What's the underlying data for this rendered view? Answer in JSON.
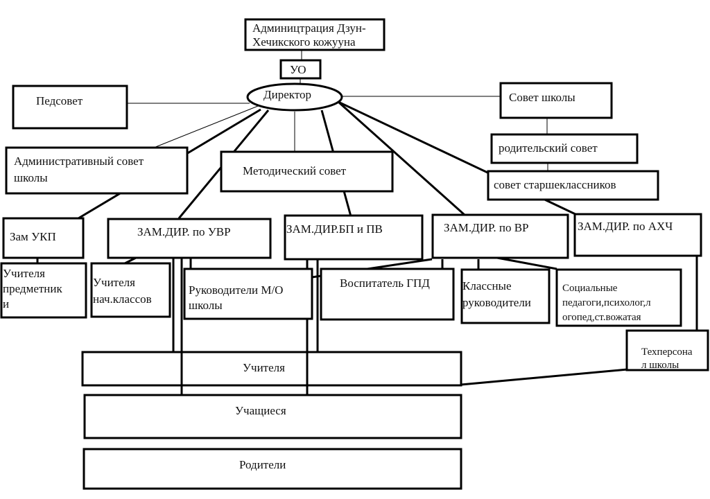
{
  "diagram": {
    "title": "Организационная структура школы",
    "nodes": {
      "administration": {
        "lines": [
          "Админицтрация Дзун-",
          "Хечикского кожууна"
        ]
      },
      "uo": {
        "lines": [
          "УО"
        ]
      },
      "director": {
        "lines": [
          "Директор"
        ]
      },
      "pedsovet": {
        "lines": [
          "Педсовет"
        ]
      },
      "school_council": {
        "lines": [
          "Совет школы"
        ]
      },
      "parent_council": {
        "lines": [
          "родительский совет"
        ]
      },
      "senior_council": {
        "lines": [
          "совет старшеклассников"
        ]
      },
      "admin_council": {
        "lines": [
          "Административный совет",
          "школы"
        ]
      },
      "method_council": {
        "lines": [
          "Методический совет"
        ]
      },
      "deputy_ukp": {
        "lines": [
          "Зам УКП"
        ]
      },
      "deputy_uvr": {
        "lines": [
          "ЗАМ.ДИР. по УВР"
        ]
      },
      "deputy_bp": {
        "lines": [
          "ЗАМ.ДИР.БП и ПВ"
        ]
      },
      "deputy_vr": {
        "lines": [
          "ЗАМ.ДИР. по ВР"
        ]
      },
      "deputy_ahch": {
        "lines": [
          "ЗАМ.ДИР. по АХЧ"
        ]
      },
      "subject_teachers": {
        "lines": [
          "Учителя",
          "предметник",
          "и"
        ]
      },
      "primary_teachers": {
        "lines": [
          "Учителя",
          "нач.классов"
        ]
      },
      "mo_heads": {
        "lines": [
          "Руководители М/О",
          "школы"
        ]
      },
      "gpd_tutor": {
        "lines": [
          "Воспитатель ГПД"
        ]
      },
      "class_teachers": {
        "lines": [
          "Классные",
          "руководители"
        ]
      },
      "social_staff": {
        "lines": [
          "Социальные",
          "педагоги,психолог,л",
          "огопед,ст.вожатая"
        ]
      },
      "tech_staff": {
        "lines": [
          "Техперсона",
          "л школы"
        ]
      },
      "teachers": {
        "lines": [
          "Учителя"
        ]
      },
      "students": {
        "lines": [
          "Учащиеся"
        ]
      },
      "parents": {
        "lines": [
          "Родители"
        ]
      }
    }
  }
}
